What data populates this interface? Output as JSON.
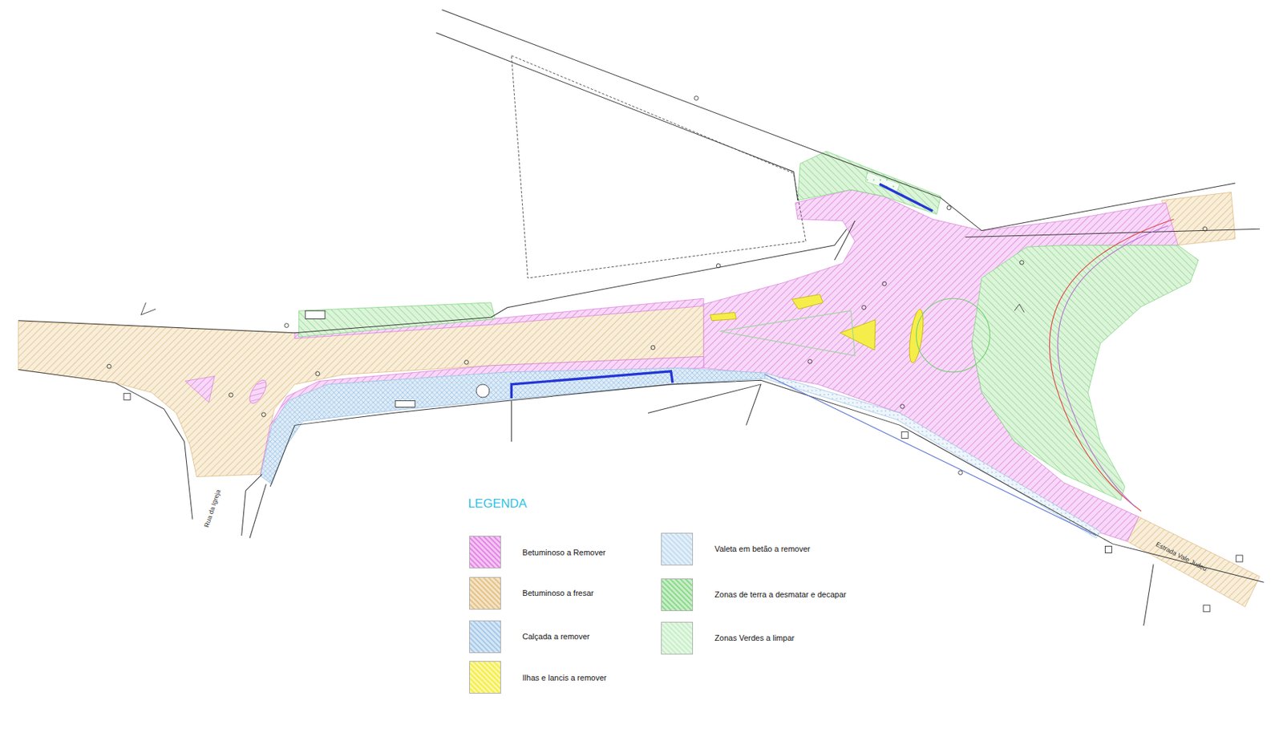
{
  "diagram": {
    "labels": [
      "LEGENDA",
      "Rua da Igreja",
      "Estrada Vale Judeu"
    ],
    "legend": [
      {
        "text": "Betuminoso a Remover",
        "color": "#e58ae5"
      },
      {
        "text": "Betuminoso a fresar",
        "color": "#e6c48a"
      },
      {
        "text": "Calçada a remover",
        "color": "#a9cbea"
      },
      {
        "text": "Ilhas e lancis a remover",
        "color": "#f5ee4a"
      },
      {
        "text": "Valeta em betão a remover",
        "color": "#c6def2"
      },
      {
        "text": "Zonas de terra a desmatar e decapar",
        "color": "#8fdb8f"
      },
      {
        "text": "Zonas Verdes a limpar",
        "color": "#c9efc9"
      }
    ]
  }
}
